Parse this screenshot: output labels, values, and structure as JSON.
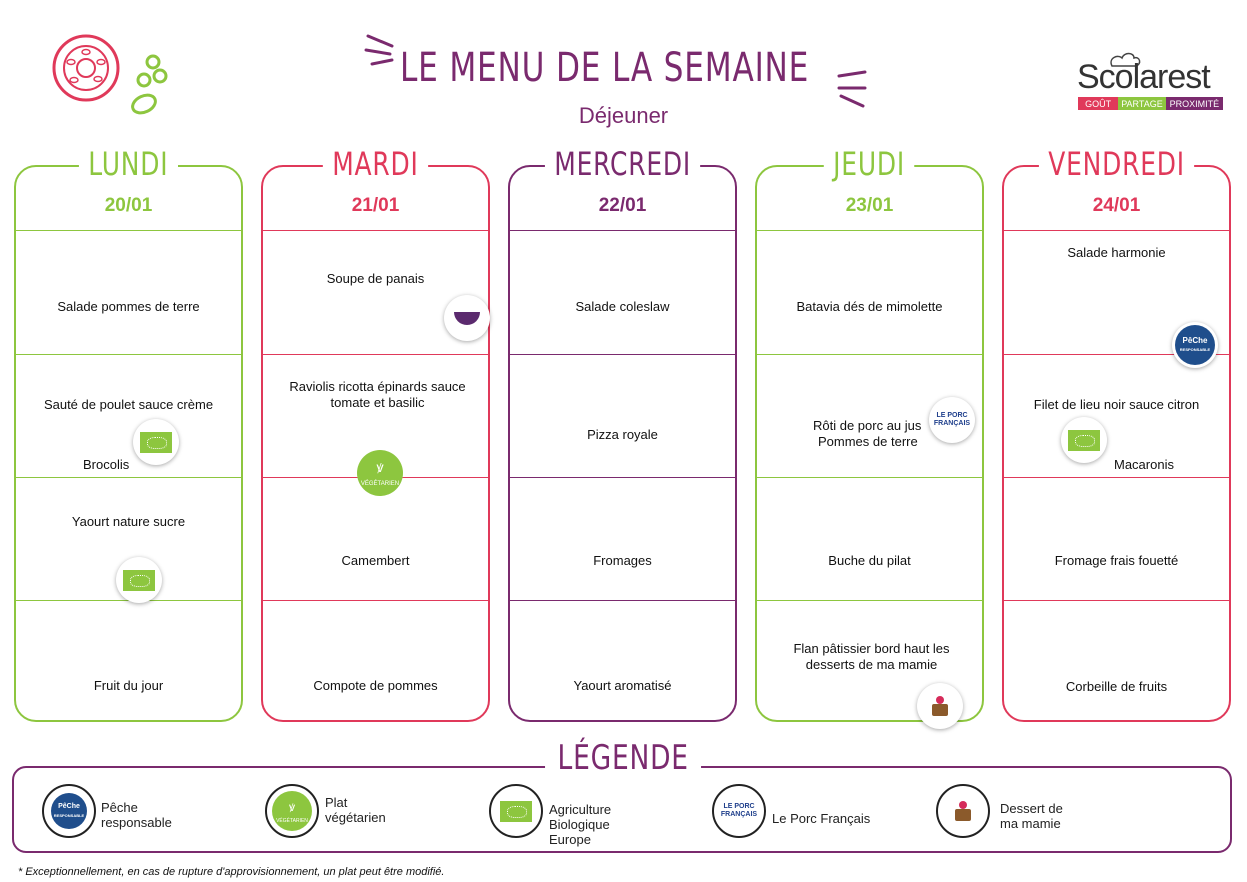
{
  "header": {
    "title": "LE MENU DE LA SEMAINE",
    "subtitle": "Déjeuner",
    "brand": {
      "name": "Scolarest",
      "tagline": [
        "GOÛT",
        "PARTAGE",
        "PROXIMITÉ"
      ]
    }
  },
  "colors": {
    "green": "#8dc63f",
    "pink": "#e0395a",
    "purple": "#7a2a6e"
  },
  "days": [
    {
      "name": "LUNDI",
      "date": "20/01",
      "color": "#8dc63f",
      "dishes": [
        "Salade pommes de terre",
        "Sauté de poulet sauce crème",
        "Brocolis",
        "Yaourt nature sucre",
        "Fruit du jour"
      ]
    },
    {
      "name": "MARDI",
      "date": "21/01",
      "color": "#e0395a",
      "dishes": [
        "Soupe de panais",
        "Raviolis ricotta épinards sauce tomate et basilic",
        "Camembert",
        "Compote de pommes"
      ]
    },
    {
      "name": "MERCREDI",
      "date": "22/01",
      "color": "#7a2a6e",
      "dishes": [
        "Salade coleslaw",
        "Pizza royale",
        "Fromages",
        "Yaourt aromatisé"
      ]
    },
    {
      "name": "JEUDI",
      "date": "23/01",
      "color": "#8dc63f",
      "dishes": [
        "Batavia dés de mimolette",
        "Rôti de porc au jus",
        "Pommes de terre",
        "Buche du pilat",
        "Flan pâtissier bord haut les desserts de ma mamie"
      ]
    },
    {
      "name": "VENDREDI",
      "date": "24/01",
      "color": "#e0395a",
      "dishes": [
        "Salade harmonie",
        "Filet de lieu noir sauce citron",
        "Macaronis",
        "Fromage frais fouetté",
        "Corbeille de fruits"
      ]
    }
  ],
  "badges": {
    "peche_top": "PêChe",
    "peche_bottom": "RESPONSABLE",
    "veg": "VÉGÉTARIEN",
    "porc": "LE PORC FRANÇAIS"
  },
  "legend": {
    "title": "LÉGENDE",
    "items": [
      {
        "label": "Pêche\nresponsable",
        "icon": "peche-responsable-icon"
      },
      {
        "label": "Plat\nvégétarien",
        "icon": "vegetarien-icon"
      },
      {
        "label": "Agriculture\nBiologique\nEurope",
        "icon": "eu-organic-icon"
      },
      {
        "label": "Le Porc Français",
        "icon": "porc-francais-icon"
      },
      {
        "label": "Dessert de\nma mamie",
        "icon": "dessert-mamie-icon"
      }
    ]
  },
  "footnote": "* Exceptionnellement, en cas de rupture d'approvisionnement, un plat peut être modifié."
}
